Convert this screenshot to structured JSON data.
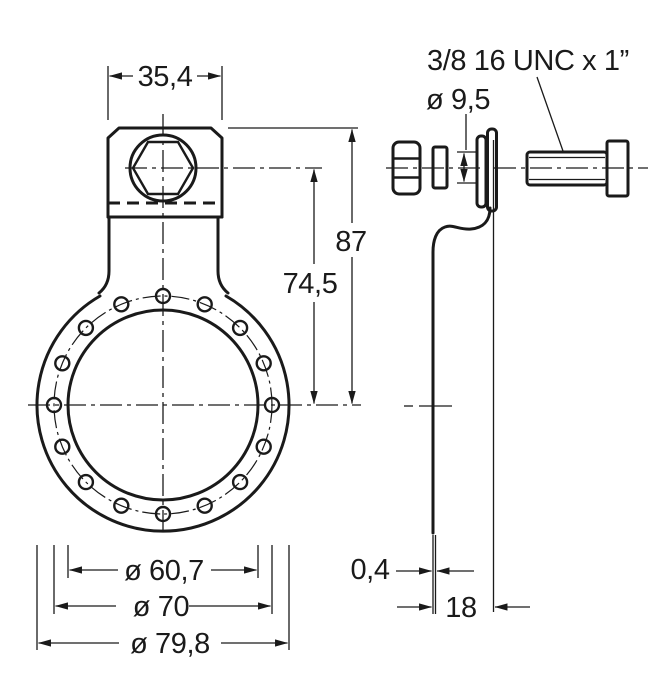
{
  "drawing": {
    "colors": {
      "line": "#1a1a1a",
      "background": "#ffffff"
    },
    "front_view": {
      "dim_tab_width": "35,4",
      "dim_total_height": "87",
      "dim_hole_height": "74,5",
      "dim_bore_diameter": "ø 60,7",
      "dim_bolt_circle_diameter": "ø 70",
      "dim_outer_diameter": "ø 79,8"
    },
    "side_view": {
      "label_thread_spec": "3/8 16 UNC x 1”",
      "dim_hole_diameter": "ø 9,5",
      "dim_plate_thickness": "0,4",
      "dim_plate_offset": "18"
    }
  }
}
